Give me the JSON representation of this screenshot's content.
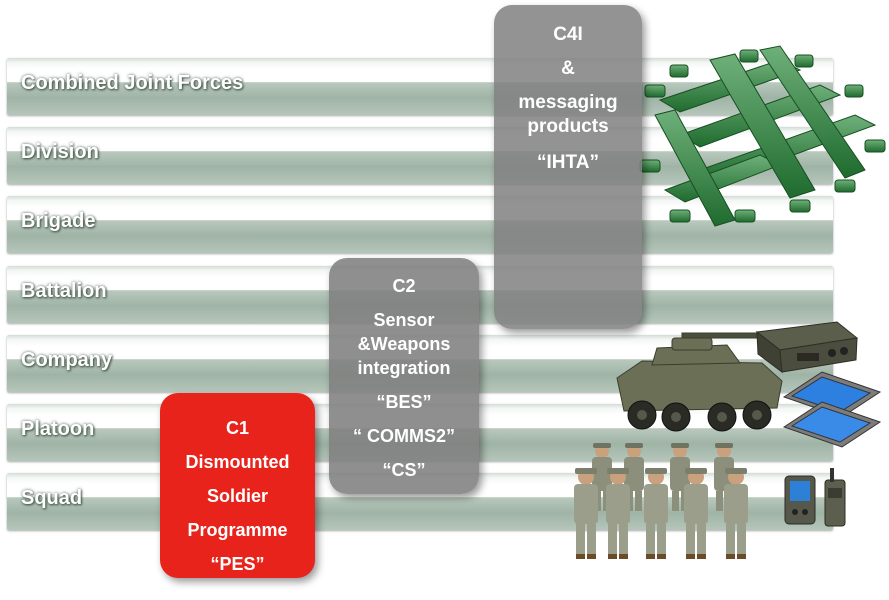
{
  "levels": [
    "Combined Joint Forces",
    "Division",
    "Brigade",
    "Battalion",
    "Company",
    "Platoon",
    "Squad"
  ],
  "boxes": {
    "c4i": {
      "lines": [
        "C4I",
        "&",
        "messaging",
        "products",
        "“IHTA”"
      ],
      "color": "#808080"
    },
    "c2": {
      "lines": [
        "C2",
        "Sensor",
        "&Weapons",
        "integration",
        "“BES”",
        "“ COMMS2”",
        "“CS”"
      ],
      "color": "#808080"
    },
    "c1": {
      "lines": [
        "C1",
        "Dismounted",
        "Soldier",
        "Programme",
        "“PES”"
      ],
      "color": "#e8231b"
    }
  },
  "images": {
    "network": "network-circuit-icon",
    "vehicle": "armored-vehicle-icon",
    "radio": "radio-device-icon",
    "tablets": "tablet-computer-icon",
    "soldiers": "soldiers-group-icon",
    "handheld": "handheld-device-icon"
  }
}
